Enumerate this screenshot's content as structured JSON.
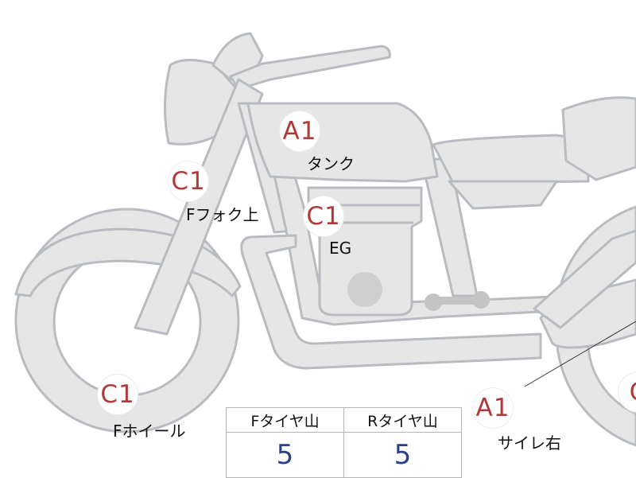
{
  "markers": [
    {
      "id": "tank",
      "grade": "A1",
      "label": "タンク"
    },
    {
      "id": "fork",
      "grade": "C1",
      "label": "Fフォク上"
    },
    {
      "id": "engine",
      "grade": "C1",
      "label": "EG"
    },
    {
      "id": "front-wheel",
      "grade": "C1",
      "label": "Fホイール"
    },
    {
      "id": "muffler-right",
      "grade": "A1",
      "label": "サイレ右"
    },
    {
      "id": "rear-partial",
      "grade": "C"
    }
  ],
  "tire_table": {
    "headers": [
      "Fタイヤ山",
      "Rタイヤ山"
    ],
    "values": [
      "5",
      "5"
    ]
  },
  "colors": {
    "bike_fill": "#e6e6e6",
    "bike_stroke": "#b8bcc0",
    "grade_text": "#b03a3a",
    "value_text": "#2b3f8e"
  }
}
